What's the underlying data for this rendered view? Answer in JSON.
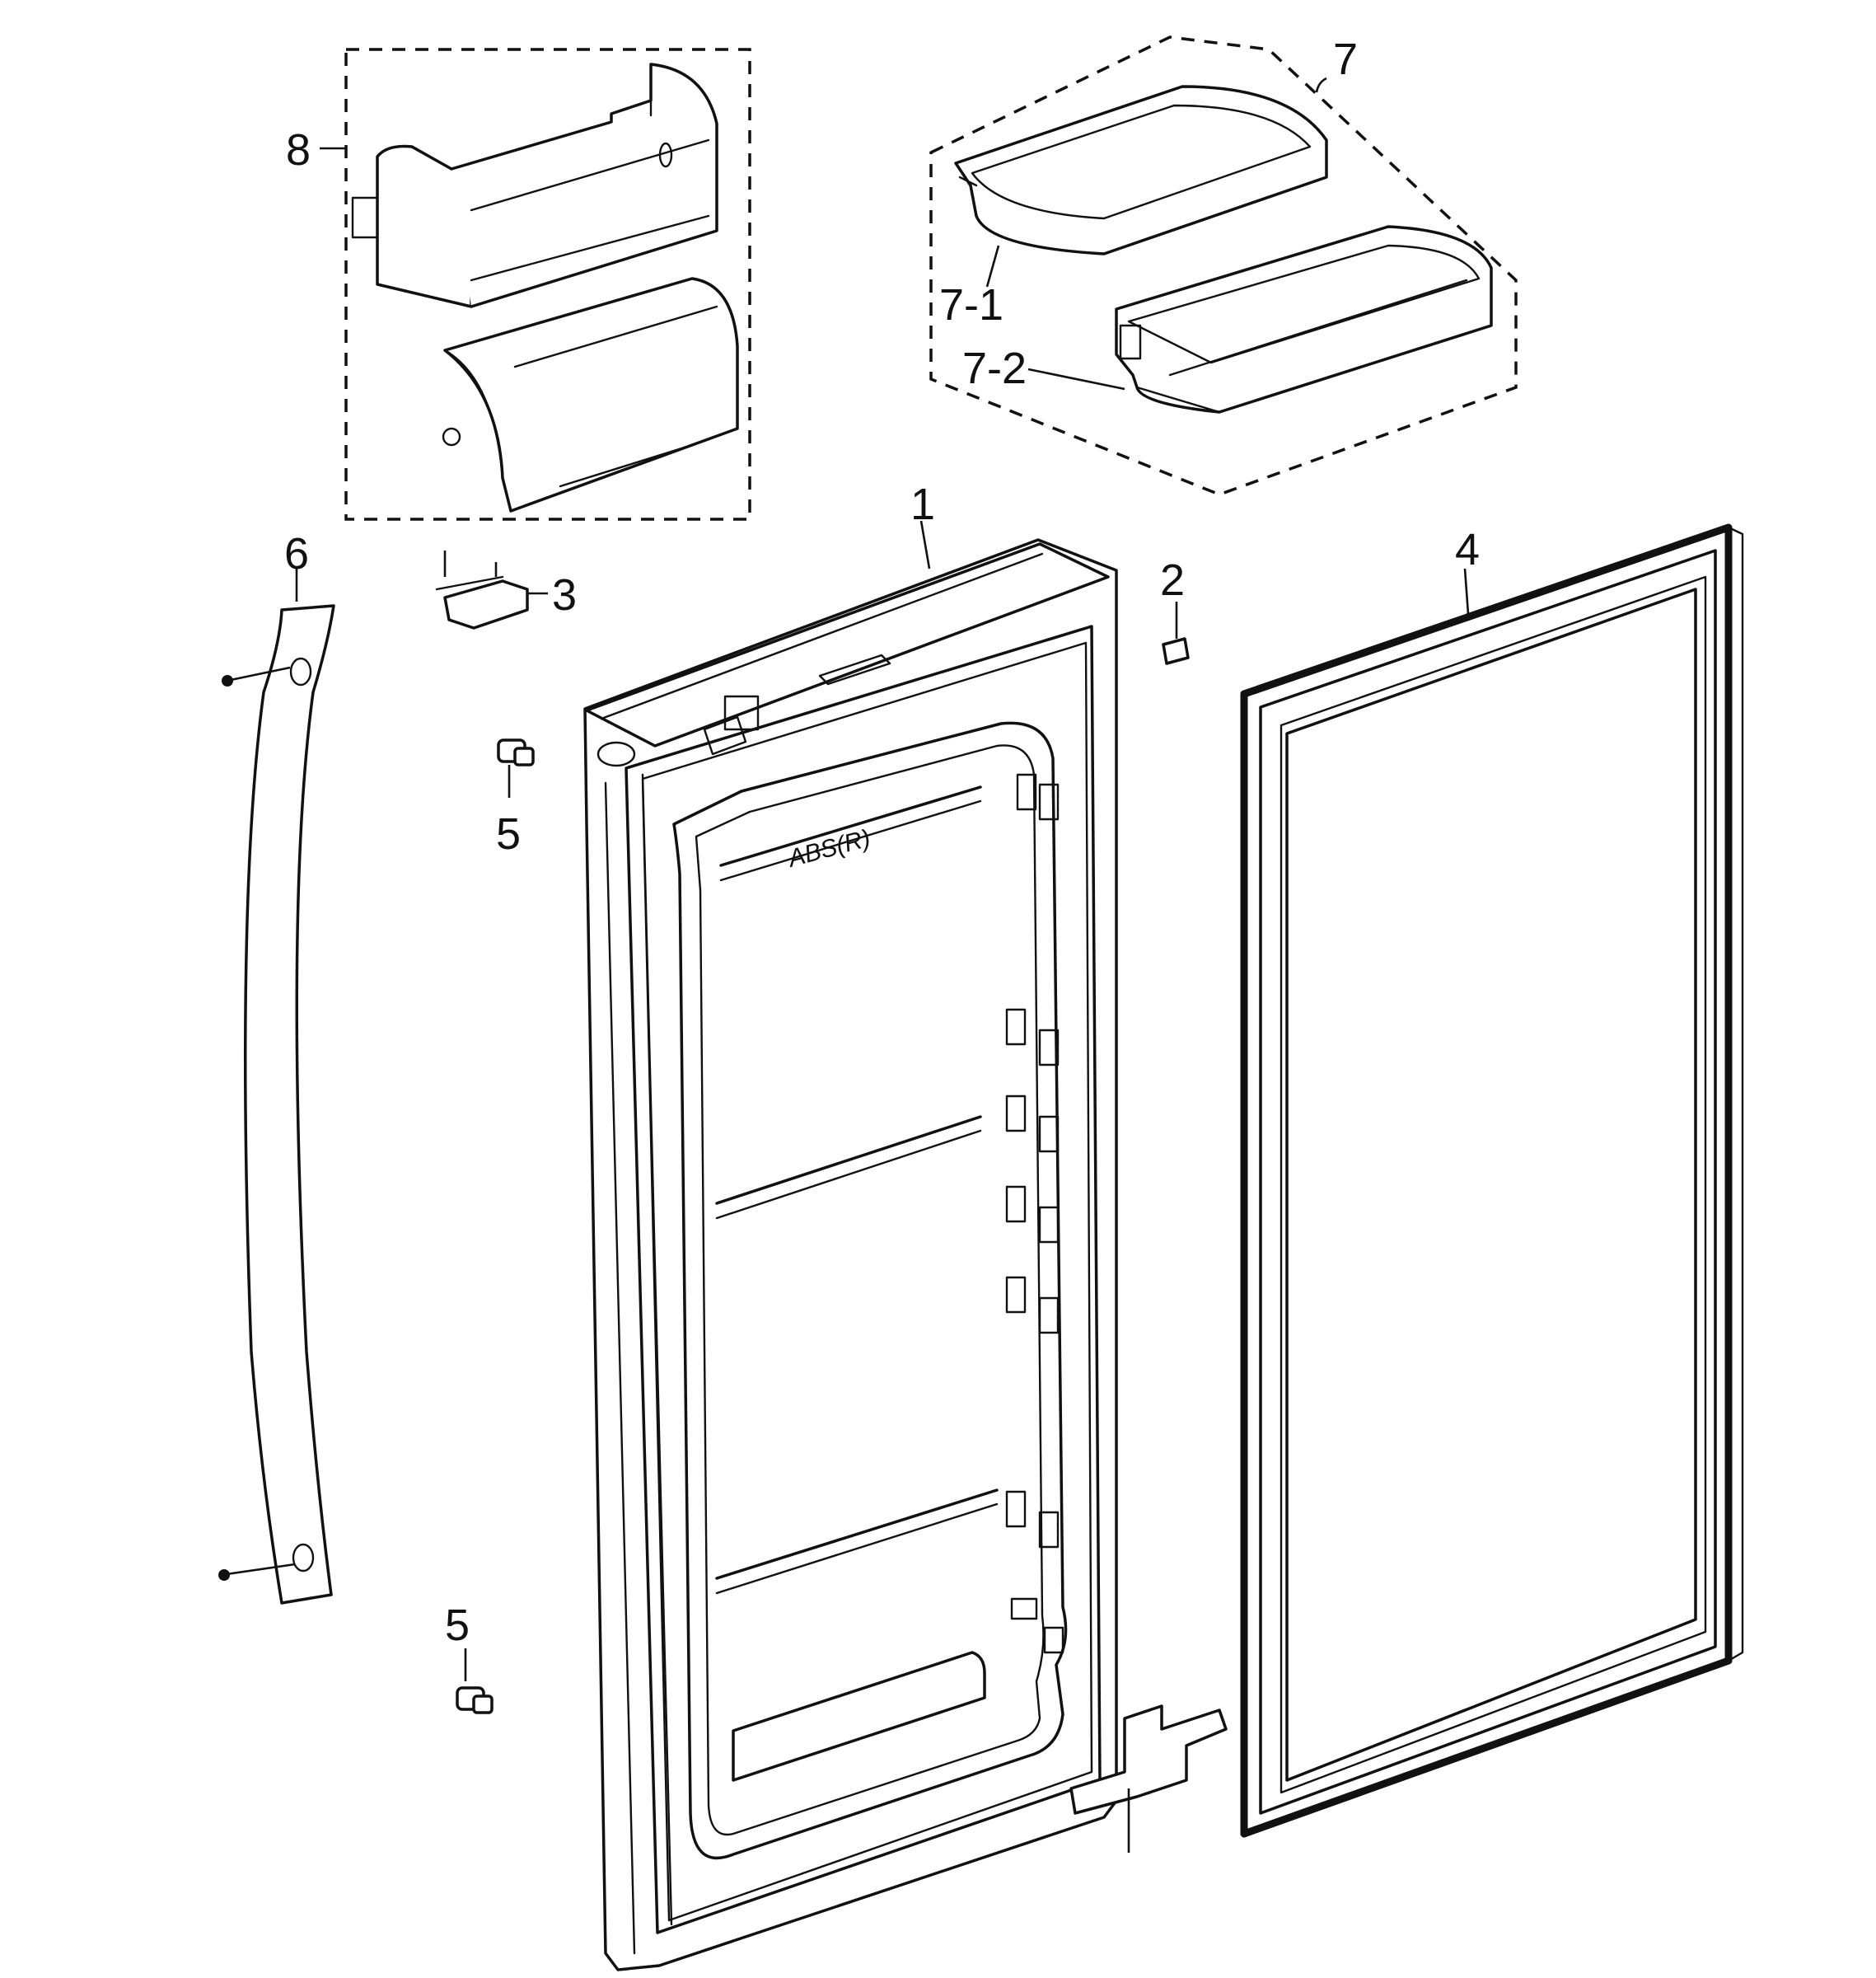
{
  "diagram": {
    "callouts": {
      "door": "1",
      "part2": "2",
      "part3": "3",
      "gasket": "4",
      "hinge_pin_top": "5",
      "hinge_pin_bottom": "5",
      "handle": "6",
      "bin_assembly": "7",
      "bin_rail": "7-1",
      "bin_tray": "7-2",
      "guard_assembly": "8"
    },
    "door_marking": "ABS(R)"
  }
}
